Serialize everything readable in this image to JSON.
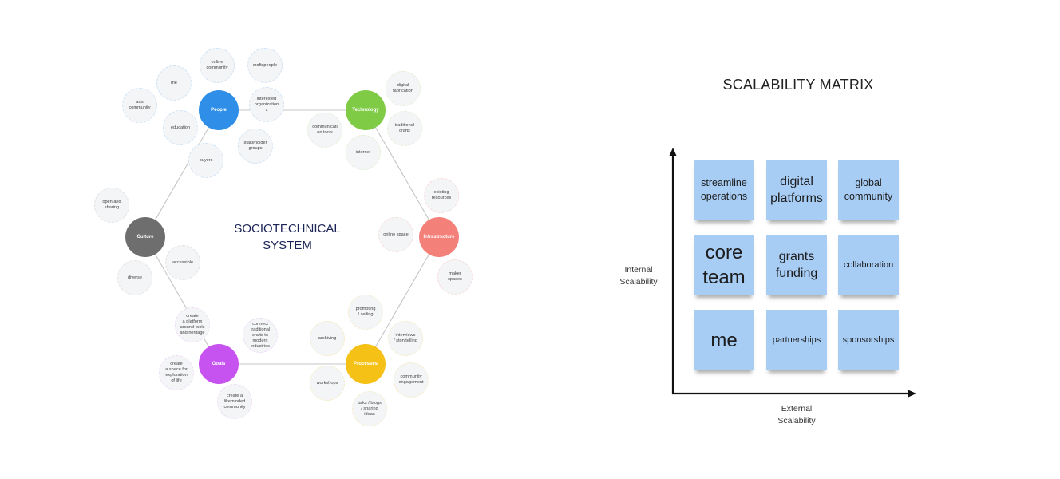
{
  "sociotechnical": {
    "title": "SOCIOTECHNICAL\nSYSTEM",
    "hubs": [
      {
        "id": "people",
        "label": "People",
        "color": "#2f8ee8",
        "ring": "#cfe3f6",
        "satellites": [
          "online\ncommunity",
          "craftspeople",
          "me",
          "arts\ncommunity",
          "interested\norganization\ns",
          "education",
          "stakeholder\ngroups",
          "buyers"
        ]
      },
      {
        "id": "technology",
        "label": "Technology",
        "color": "#7fcb46",
        "ring": "#e4f0d6",
        "satellites": [
          "digital\nfabrication",
          "traditional\ncrafts",
          "communicati\non tools",
          "internet"
        ]
      },
      {
        "id": "infrastructure",
        "label": "Infrastructure",
        "color": "#f4807a",
        "ring": "#f8dcdb",
        "satellites": [
          "existing\nresources",
          "online space",
          "maker\nspaces"
        ]
      },
      {
        "id": "processes",
        "label": "Processes",
        "color": "#f6c116",
        "ring": "#f7ecc6",
        "satellites": [
          "promoting\n/ selling",
          "archiving",
          "interviews\n/ storytelling",
          "workshops",
          "community\nengagement",
          "talks / blogs\n/ sharing\nideas"
        ]
      },
      {
        "id": "goals",
        "label": "Goals",
        "color": "#c653f0",
        "ring": "#eedcf7",
        "satellites": [
          "create\na platform\naround tools\nand heritage",
          "connect\ntraditional\ncrafts to\nmodern\nindustries",
          "create\na space for\nexploration\nof life",
          "create a\nlikeminded\ncommunity"
        ]
      },
      {
        "id": "culture",
        "label": "Culture",
        "color": "#6e6e6e",
        "ring": "#e2e2e2",
        "satellites": [
          "open and\nsharing",
          "accessible",
          "diverse"
        ]
      }
    ]
  },
  "matrix": {
    "title": "SCALABILITY MATRIX",
    "y_axis_label": "Internal\nScalability",
    "x_axis_label": "External\nScalability",
    "sticky_color": "#a7cdf5",
    "rows": [
      [
        "streamline\noperations",
        "digital\nplatforms",
        "global\ncommunity"
      ],
      [
        "core\nteam",
        "grants\nfunding",
        "collaboration"
      ],
      [
        "me",
        "partnerships",
        "sponsorships"
      ]
    ]
  }
}
